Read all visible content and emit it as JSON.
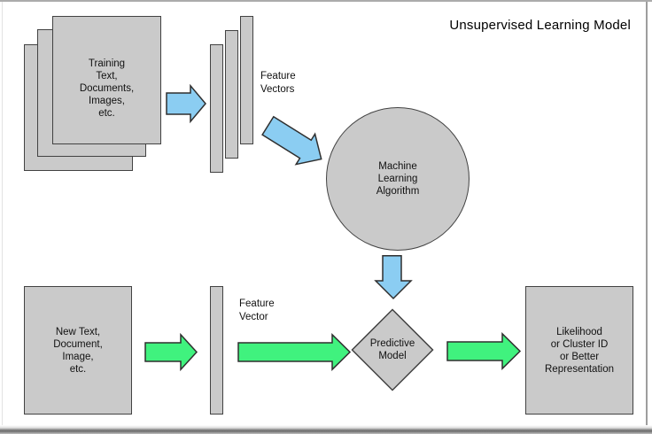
{
  "title": "Unsupervised Learning Model",
  "colors": {
    "arrow_blue": "#8BCDF2",
    "arrow_green": "#40F27E",
    "shape_fill": "#CACACA",
    "shape_border": "#424242",
    "frame_line": "#ABABAB",
    "text": "#111111"
  },
  "labels": {
    "training_input": "Training\nText,\nDocuments,\nImages,\netc.",
    "feature_vectors": "Feature\nVectors",
    "ml_algorithm": "Machine\nLearning\nAlgorithm",
    "new_input": "New Text,\nDocument,\nImage,\netc.",
    "feature_vector": "Feature\nVector",
    "predictive_model": "Predictive\nModel",
    "output": "Likelihood\nor Cluster ID\nor Better\nRepresentation"
  }
}
